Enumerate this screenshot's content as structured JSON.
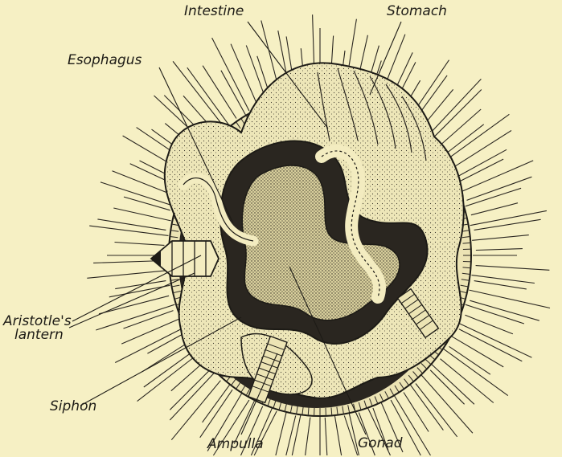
{
  "diagram": {
    "labels": {
      "intestine": "Intestine",
      "stomach": "Stomach",
      "esophagus": "Esophagus",
      "aristotle_line1": "Aristotle's",
      "aristotle_line2": "lantern",
      "siphon": "Siphon",
      "ampulla": "Ampulla",
      "gonad": "Gonad"
    },
    "colors": {
      "paper": "#f6f0c4",
      "ink": "#1d1b16",
      "cavity": "#2a2620",
      "organ": "#ede6b8"
    }
  }
}
